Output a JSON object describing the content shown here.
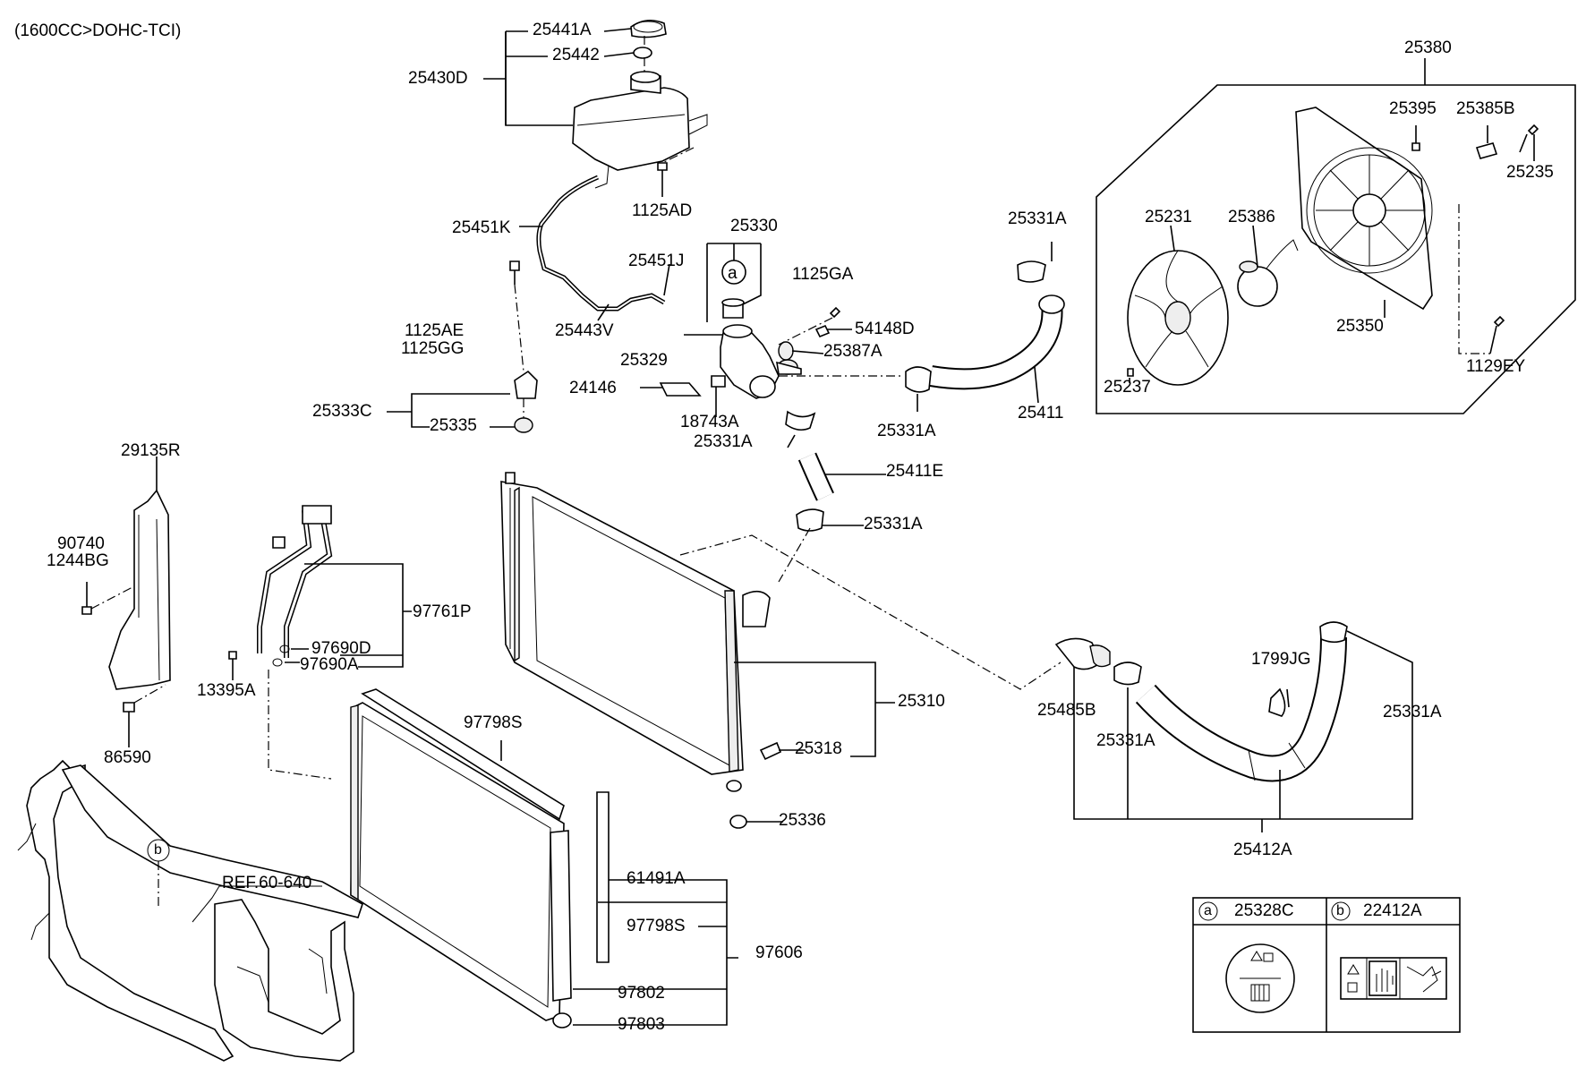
{
  "header": {
    "engine": "(1600CC>DOHC-TCI)"
  },
  "ref_note": "REF.60-640",
  "callouts": {
    "a": "a",
    "b": "b"
  },
  "parts": {
    "p25441A": "25441A",
    "p25442": "25442",
    "p25430D": "25430D",
    "p1125AD": "1125AD",
    "p25451K": "25451K",
    "p25330": "25330",
    "p25451J": "25451J",
    "p1125GA": "1125GA",
    "p25443V": "25443V",
    "p54148D": "54148D",
    "p1125AE": "1125AE",
    "p1125GG": "1125GG",
    "p25329": "25329",
    "p25387A": "25387A",
    "p24146": "24146",
    "p25333C": "25333C",
    "p18743A": "18743A",
    "p25335": "25335",
    "p25331A_1": "25331A",
    "p25331A_2": "25331A",
    "p25331A_3": "25331A",
    "p25331A_4": "25331A",
    "p25331A_5": "25331A",
    "p25331A_6": "25331A",
    "p25411": "25411",
    "p25411E": "25411E",
    "p29135R": "29135R",
    "p90740": "90740",
    "p1244BG": "1244BG",
    "p97761P": "97761P",
    "p97690D": "97690D",
    "p97690A": "97690A",
    "p13395A": "13395A",
    "p86590": "86590",
    "p97798S_1": "97798S",
    "p97798S_2": "97798S",
    "p25310": "25310",
    "p25318": "25318",
    "p25336": "25336",
    "p61491A": "61491A",
    "p97606": "97606",
    "p97802": "97802",
    "p97803": "97803",
    "p25380": "25380",
    "p25395": "25395",
    "p25385B": "25385B",
    "p25235": "25235",
    "p25231": "25231",
    "p25386": "25386",
    "p25350": "25350",
    "p25237": "25237",
    "p1129EY": "1129EY",
    "p1799JG": "1799JG",
    "p25485B": "25485B",
    "p25412A": "25412A"
  },
  "legend": {
    "a_circle": "a",
    "a_part": "25328C",
    "b_circle": "b",
    "b_part": "22412A"
  }
}
